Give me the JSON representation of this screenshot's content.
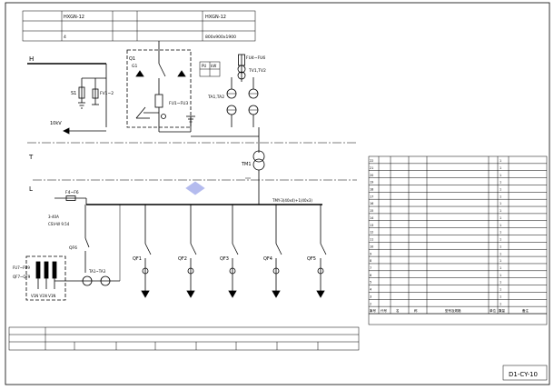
{
  "title_block_top": {
    "model_left": "HXGN-12",
    "model_right": "HXGN-12",
    "size_left": "4",
    "size_right": "800x900x1900"
  },
  "labels": {
    "bus_h": "H",
    "bus_t": "T",
    "bus_l": "L",
    "g1": "G1",
    "q1": "Q1",
    "s1": "S1",
    "fv": "FV1~2",
    "fu_fuse": "FU1~FU3",
    "fu_top": "FU4~FU6",
    "tv": "TV1,TV2",
    "ta": "TA1,TA2",
    "voltage": "10kV",
    "tm": "TM1",
    "tmy": "TMY-3(40x4)+1(40x3)",
    "fu_small": "F4~F6",
    "ct_group": "3-40A",
    "cts_cap": "CSV-W 9.54",
    "qf6": "QF6",
    "ta_right": "TA1~TA3",
    "fu_left": "FU7~FU9",
    "qf_left": "QF7~QF9",
    "vin": "V1N V1N V1N",
    "pu": "PU",
    "kw": "kW",
    "qf": [
      "QF1",
      "QF2",
      "QF3",
      "QF4",
      "QF5"
    ]
  },
  "bottom_block": {
    "row3": [
      "",
      "",
      "",
      "",
      "",
      "",
      ""
    ]
  },
  "component_table": {
    "rows": [
      [
        "22",
        "",
        "",
        "",
        "",
        "1"
      ],
      [
        "21",
        "",
        "",
        "",
        "",
        "1"
      ],
      [
        "20",
        "",
        "",
        "",
        "",
        "1"
      ],
      [
        "19",
        "",
        "",
        "",
        "",
        "1"
      ],
      [
        "18",
        "",
        "",
        "",
        "",
        "1"
      ],
      [
        "17",
        "",
        "",
        "",
        "",
        "1"
      ],
      [
        "16",
        "",
        "",
        "",
        "",
        "1"
      ],
      [
        "15",
        "",
        "",
        "",
        "",
        "1"
      ],
      [
        "14",
        "",
        "",
        "",
        "",
        "1"
      ],
      [
        "13",
        "",
        "",
        "",
        "",
        "1"
      ],
      [
        "12",
        "",
        "",
        "",
        "",
        "1"
      ],
      [
        "11",
        "",
        "",
        "",
        "",
        "1"
      ],
      [
        "10",
        "",
        "",
        "",
        "",
        "1"
      ],
      [
        "9",
        "",
        "",
        "",
        "",
        "1"
      ],
      [
        "8",
        "",
        "",
        "",
        "",
        "1"
      ],
      [
        "7",
        "",
        "",
        "",
        "",
        "1"
      ],
      [
        "6",
        "",
        "",
        "",
        "",
        "1"
      ],
      [
        "5",
        "",
        "",
        "",
        "",
        "1"
      ],
      [
        "4",
        "",
        "",
        "",
        "",
        "1"
      ],
      [
        "3",
        "",
        "",
        "",
        "",
        "1"
      ],
      [
        "2",
        "",
        "",
        "",
        "",
        "1"
      ],
      [
        "1",
        "",
        "",
        "",
        "",
        "1"
      ]
    ],
    "header": [
      "序号",
      "代号",
      "名",
      "称",
      "型号及规格",
      "单位",
      "数量",
      "备注"
    ],
    "caption": ""
  },
  "drawing_no": "D1-CY-10",
  "watermark": ""
}
